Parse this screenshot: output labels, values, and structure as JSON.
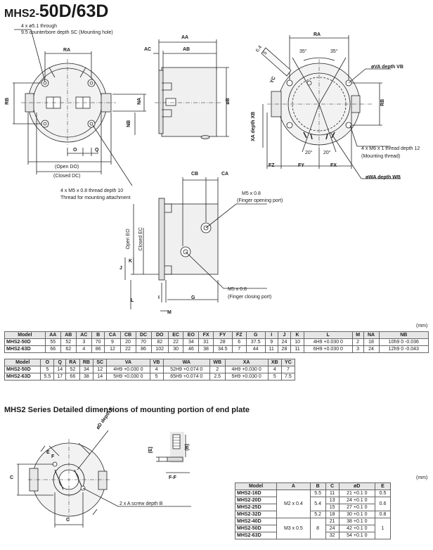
{
  "title": {
    "prefix": "MHS2-",
    "models": "50D/63D"
  },
  "top_labels": {
    "hole_spec_1": "4 x ø5.1 through",
    "hole_spec_2": "9.5 counterbore depth SC (Mounting hole)",
    "thread_spec_1": "4 x M5 x 0.8 thread depth 10",
    "thread_spec_2": "Thread for mounting attachment",
    "open_do": "(Open DO)",
    "closed_dc": "(Closed DC)",
    "dims_front": {
      "ra": "RA",
      "rb": "RB",
      "na": "NA",
      "nb": "NB",
      "o": "O",
      "q": "Q"
    },
    "dims_side": {
      "ac": "AC",
      "ab": "AB",
      "aa": "AA",
      "ob": "øB"
    },
    "dims_right": {
      "ra": "RA",
      "rb": "RB",
      "va": "øVA depth VB",
      "m6": "4 x M6 x 1 thread depth 12",
      "mt": "(Mounting thread)",
      "wa": "øWA depth WB",
      "xa": "XA depth XB",
      "yc": "YC",
      "fz": "FZ",
      "fy": "FY",
      "fx": "FX",
      "d64": "6.4",
      "d5": "5",
      "a35a": "35°",
      "a35b": "35°",
      "a20a": "20°",
      "a20b": "20°"
    }
  },
  "mid_labels": {
    "cb": "CB",
    "ca": "CA",
    "fo_1": "M5 x 0.8",
    "fo_2": "(Finger opening port)",
    "fc_1": "M5 x 0.8",
    "fc_2": "(Finger closing port)",
    "open_eo": "Open EO",
    "closed_ec": "Closed EC",
    "k": "K",
    "j": "J",
    "l": "L",
    "i": "I",
    "g": "G",
    "m": "M"
  },
  "unit": "(mm)",
  "table1": {
    "headers": [
      "Model",
      "AA",
      "AB",
      "AC",
      "B",
      "CA",
      "CB",
      "DC",
      "DO",
      "EC",
      "EO",
      "FX",
      "FY",
      "FZ",
      "G",
      "I",
      "J",
      "K",
      "L",
      "M",
      "NA",
      "NB"
    ],
    "rows": [
      [
        "MHS2-50D",
        "55",
        "52",
        "3",
        "70",
        "9",
        "20",
        "70",
        "82",
        "22",
        "34",
        "31",
        "28",
        "6",
        "37.5",
        "9",
        "24",
        "10",
        "4H9 +0.030 0",
        "2",
        "18",
        "10h9 0 -0.036"
      ],
      [
        "MHS2-63D",
        "66",
        "62",
        "4",
        "86",
        "12",
        "22",
        "86",
        "102",
        "30",
        "46",
        "38",
        "34.5",
        "7",
        "44",
        "11",
        "28",
        "11",
        "6H9 +0.030 0",
        "3",
        "24",
        "12h9 0 -0.043"
      ]
    ]
  },
  "table2": {
    "headers": [
      "Model",
      "O",
      "Q",
      "RA",
      "RB",
      "SC",
      "VA",
      "VB",
      "WA",
      "WB",
      "XA",
      "XB",
      "YC"
    ],
    "rows": [
      [
        "MHS2-50D",
        "5",
        "14",
        "52",
        "34",
        "12",
        "4H9 +0.030 0",
        "4",
        "52H9 +0.074 0",
        "2",
        "4H9 +0.030 0",
        "4",
        "7"
      ],
      [
        "MHS2-63D",
        "5.5",
        "17",
        "66",
        "38",
        "14",
        "5H9 +0.030 0",
        "5",
        "65H9 +0.074 0",
        "2.5",
        "5H9 +0.030 0",
        "5",
        "7.5"
      ]
    ]
  },
  "section_title": "MHS2 Series  Detailed dimensions of mounting portion of end plate",
  "bottom_labels": {
    "od_e": "øD depth E",
    "e": "E",
    "f": "F",
    "c_left": "C",
    "c_bottom": "C",
    "screw": "2 x A screw depth B",
    "e_paren": "(E)",
    "b_paren": "(B)",
    "ff": "F-F"
  },
  "table3": {
    "unit": "(mm)",
    "headers": [
      "Model",
      "A",
      "B",
      "C",
      "øD",
      "E"
    ],
    "rows": [
      [
        "MHS2-16D",
        "M2 x 0.4",
        "5.5",
        "11",
        "21 +0.1 0",
        "0.5"
      ],
      [
        "MHS2-20D",
        "",
        "5.4",
        "13",
        "24 +0.1 0",
        "0.6"
      ],
      [
        "MHS2-25D",
        "",
        "",
        "15",
        "27 +0.1 0",
        ""
      ],
      [
        "MHS2-32D",
        "",
        "5.2",
        "18",
        "30 +0.1 0",
        "0.8"
      ],
      [
        "MHS2-40D",
        "M3 x 0.5",
        "8",
        "21",
        "38 +0.1 0",
        "1"
      ],
      [
        "MHS2-50D",
        "",
        "",
        "24",
        "42 +0.1 0",
        ""
      ],
      [
        "MHS2-63D",
        "",
        "",
        "32",
        "54 +0.1 0",
        ""
      ]
    ]
  }
}
